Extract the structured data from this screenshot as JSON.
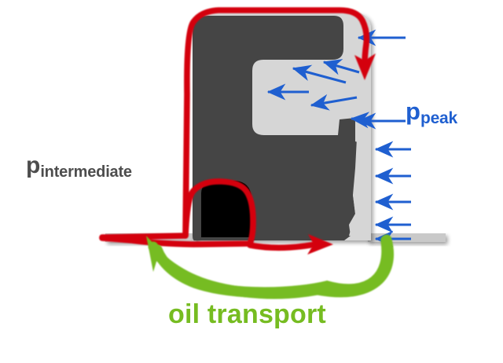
{
  "diagram": {
    "title": "piston-ring-sealing-pressure-cross-section",
    "labels": {
      "peak": {
        "base": "p",
        "subscript": "peak",
        "color": "#1f5fd0"
      },
      "intermediate": {
        "base": "p",
        "subscript": "intermediate",
        "color": "#4d4d4d"
      },
      "oil_transport": {
        "text": "oil transport",
        "color": "#76bc21"
      }
    },
    "colors": {
      "body_dark_gray": "#444444",
      "groove_light_gray": "#d6d6d6",
      "cavity_black": "#050505",
      "pressure_path_red": "#d40511",
      "pressure_arrow_blue": "#1f5fd0",
      "oil_arrow_green": "#76bc21",
      "baseline_gray": "#c9c9c9",
      "background": "#ffffff"
    },
    "elements": {
      "body": "dark-gray-ring-body",
      "groove": "light-gray-groove-channel",
      "cavity": "black-cavity-under-ring",
      "red_path": "red-gas-pressure-flow-outline",
      "blue_arrows": "blue-pressure-direction-arrows",
      "green_arc": "green-oil-transport-arc",
      "baseline_left": "gray-liner-surface-left",
      "baseline_right": "gray-liner-surface-right"
    },
    "counts": {
      "blue_edge_arrows": 6,
      "blue_groove_arrows": 5,
      "red_arrowheads": 2,
      "green_arrowheads": 1
    }
  }
}
